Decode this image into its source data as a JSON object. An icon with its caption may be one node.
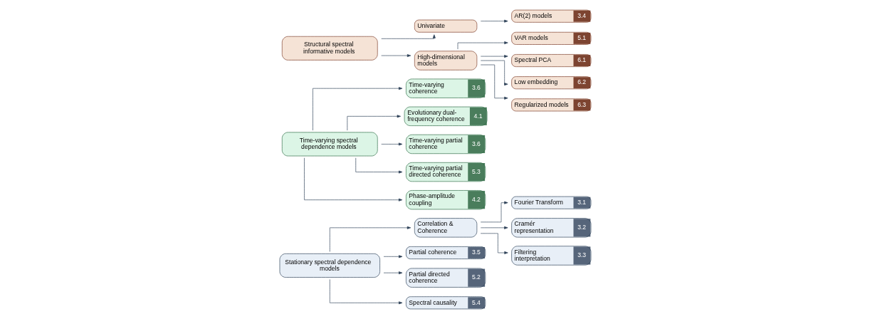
{
  "diagram": {
    "nodes": [
      {
        "text": [
          "Stationary spectral dependence models"
        ]
      },
      {
        "text": [
          "Correlation & Coherence"
        ]
      },
      {
        "text": [
          "Fourier Transform",
          "3.1"
        ]
      },
      {
        "text": [
          "Cramér representation",
          "3.2"
        ]
      },
      {
        "text": [
          "Filtering interpretation",
          "3.3"
        ]
      },
      {
        "text": [
          "Partial coherence",
          "3.5"
        ]
      },
      {
        "text": [
          "Partial directed coherence",
          "5.2"
        ]
      },
      {
        "text": [
          "Spectral causality",
          "5.4"
        ]
      },
      {
        "text": [
          "Time-varying spectral dependence models"
        ]
      },
      {
        "text": [
          "Time-varying coherence",
          "3.6"
        ]
      },
      {
        "text": [
          "Evolutionary dual-frequency coherence",
          "4.1"
        ]
      },
      {
        "text": [
          "Time-varying partial coherence",
          "3.6"
        ]
      },
      {
        "text": [
          "Time-varying partial directed coherence",
          "5.3"
        ]
      },
      {
        "text": [
          "Phase-amplitude coupling",
          "4.2"
        ]
      },
      {
        "text": [
          "Structural spectral informative models"
        ]
      },
      {
        "text": [
          "Univariate"
        ]
      },
      {
        "text": [
          "AR(2) models",
          "3.4"
        ]
      },
      {
        "text": [
          "High-dimensional models"
        ]
      },
      {
        "text": [
          "VAR models",
          "5.1"
        ]
      },
      {
        "text": [
          "Spectral PCA",
          "6.1"
        ]
      },
      {
        "text": [
          "Low embedding",
          "6.2"
        ]
      },
      {
        "text": [
          "Regularized models",
          "6.3"
        ]
      }
    ],
    "edges": [
      {
        "from": 0,
        "to": 1,
        "arrow": "to"
      },
      {
        "from": 1,
        "to": 2,
        "arrow": "to"
      },
      {
        "from": 1,
        "to": 3,
        "arrow": "to"
      },
      {
        "from": 1,
        "to": 4,
        "arrow": "to"
      },
      {
        "from": 0,
        "to": 5,
        "arrow": "to"
      },
      {
        "from": 0,
        "to": 6,
        "arrow": "to"
      },
      {
        "from": 0,
        "to": 7,
        "arrow": "to"
      },
      {
        "from": 8,
        "to": 9,
        "arrow": "to"
      },
      {
        "from": 8,
        "to": 10,
        "arrow": "to"
      },
      {
        "from": 8,
        "to": 11,
        "arrow": "to"
      },
      {
        "from": 8,
        "to": 12,
        "arrow": "to"
      },
      {
        "from": 8,
        "to": 13,
        "arrow": "to"
      },
      {
        "from": 14,
        "to": 15,
        "arrow": "to"
      },
      {
        "from": 15,
        "to": 16,
        "arrow": "to"
      },
      {
        "from": 14,
        "to": 17,
        "arrow": "to"
      },
      {
        "from": 17,
        "to": 18,
        "arrow": "to"
      },
      {
        "from": 17,
        "to": 19,
        "arrow": "to"
      },
      {
        "from": 17,
        "to": 20,
        "arrow": "to"
      },
      {
        "from": 17,
        "to": 21,
        "arrow": "to"
      }
    ]
  }
}
